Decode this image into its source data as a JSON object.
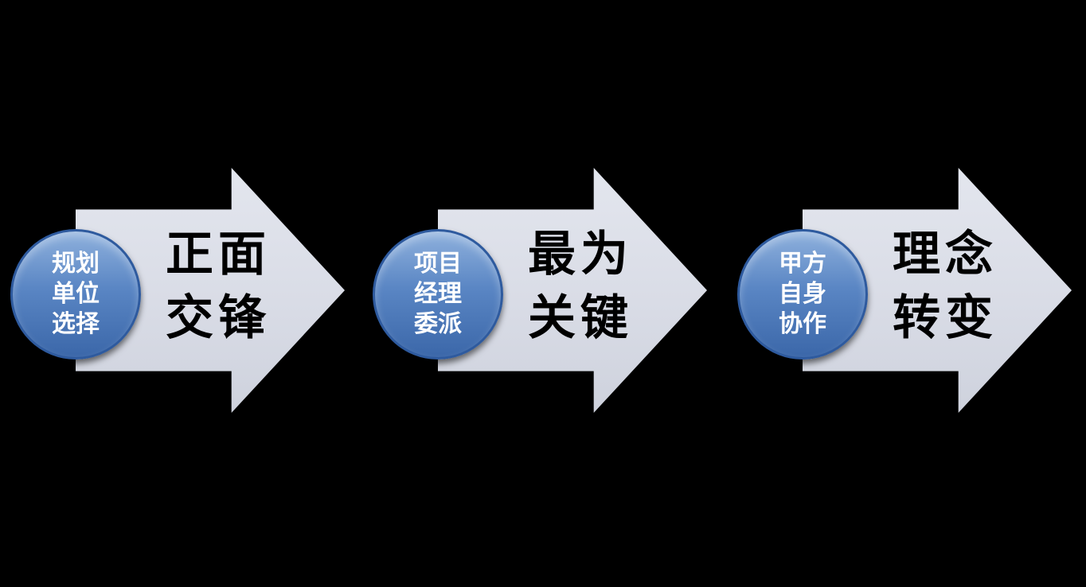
{
  "canvas": {
    "background": "#000000"
  },
  "steps": [
    {
      "circle_lines": [
        "规划",
        "单位",
        "选择"
      ],
      "arrow_lines": [
        "正面",
        "交锋"
      ]
    },
    {
      "circle_lines": [
        "项目",
        "经理",
        "委派"
      ],
      "arrow_lines": [
        "最为",
        "关键"
      ]
    },
    {
      "circle_lines": [
        "甲方",
        "自身",
        "协作"
      ],
      "arrow_lines": [
        "理念",
        "转变"
      ]
    }
  ],
  "colors": {
    "arrow_fill": "#d9dce6",
    "arrow_text": "#000000",
    "circle_gradient_top": "#8fb1dd",
    "circle_gradient_bottom": "#3b67a9",
    "circle_border": "#2e5a9e",
    "circle_text": "#ffffff"
  }
}
